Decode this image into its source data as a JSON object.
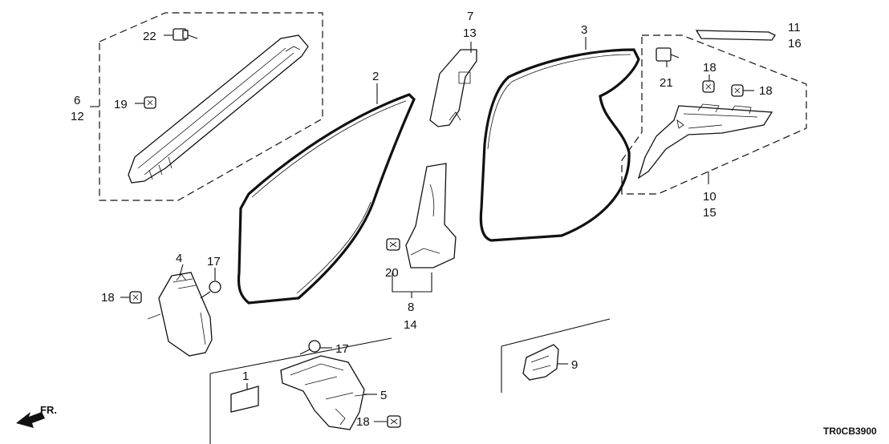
{
  "diagram": {
    "code": "TR0CB3900",
    "front_marker": "FR.",
    "labels": {
      "l1": "1",
      "l2": "2",
      "l3": "3",
      "l4": "4",
      "l5": "5",
      "l6": "6",
      "l12": "12",
      "l7": "7",
      "l13": "13",
      "l8": "8",
      "l14": "14",
      "l9": "9",
      "l10": "10",
      "l15": "15",
      "l11": "11",
      "l16": "16",
      "l17a": "17",
      "l17b": "17",
      "l18a": "18",
      "l18b": "18",
      "l18c": "18",
      "l18d": "18",
      "l19": "19",
      "l20": "20",
      "l21": "21",
      "l22": "22"
    }
  }
}
